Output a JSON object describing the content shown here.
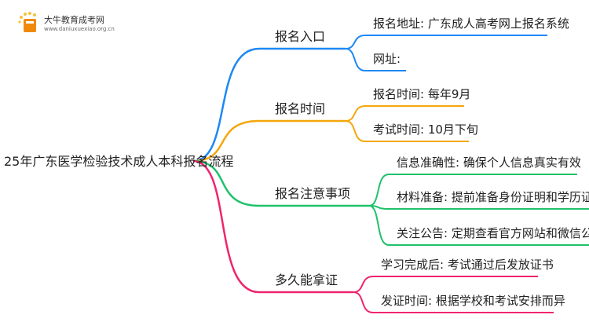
{
  "logo": {
    "name": "大牛教育成考网",
    "url": "www.daniuxuexiao.org.cn"
  },
  "root": {
    "label": "25年广东医学检验技术成人本科报名流程"
  },
  "branches": [
    {
      "label": "报名入口",
      "color": "#1e88f5",
      "children": [
        {
          "label": "报名地址: 广东成人高考网上报名系统"
        },
        {
          "label": "网址:"
        }
      ]
    },
    {
      "label": "报名时间",
      "color": "#f5a60a",
      "children": [
        {
          "label": "报名时间: 每年9月"
        },
        {
          "label": "考试时间: 10月下旬"
        }
      ]
    },
    {
      "label": "报名注意事项",
      "color": "#1fc16b",
      "children": [
        {
          "label": "信息准确性: 确保个人信息真实有效"
        },
        {
          "label": "材料准备: 提前准备身份证明和学历证明"
        },
        {
          "label": "关注公告: 定期查看官方网站和微信公众号"
        }
      ]
    },
    {
      "label": "多久能拿证",
      "color": "#f0246e",
      "children": [
        {
          "label": "学习完成后: 考试通过后发放证书"
        },
        {
          "label": "发证时间: 根据学校和考试安排而异"
        }
      ]
    }
  ]
}
